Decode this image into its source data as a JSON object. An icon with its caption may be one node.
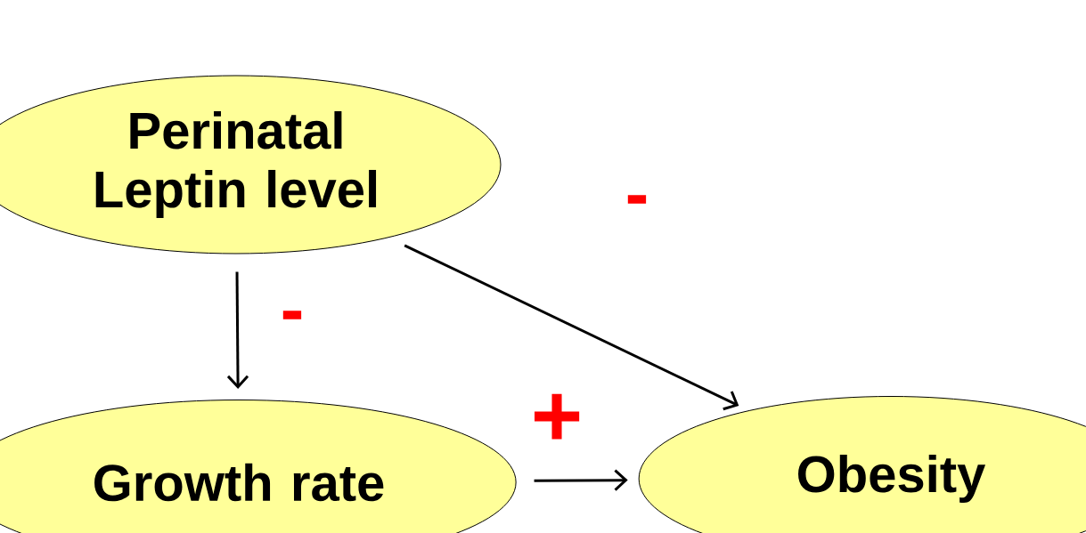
{
  "diagram": {
    "nodes": [
      {
        "text": [
          "Perinatal Leptin level"
        ]
      },
      {
        "text": [
          "Growth rate"
        ]
      },
      {
        "text": [
          "Obesity"
        ]
      }
    ],
    "edges": [
      {
        "from": 0,
        "to": 1,
        "arrow": "to",
        "label": "-"
      },
      {
        "from": 1,
        "to": 2,
        "arrow": "to",
        "label": "+"
      },
      {
        "from": 0,
        "to": 2,
        "arrow": "to",
        "label": "-"
      }
    ]
  }
}
